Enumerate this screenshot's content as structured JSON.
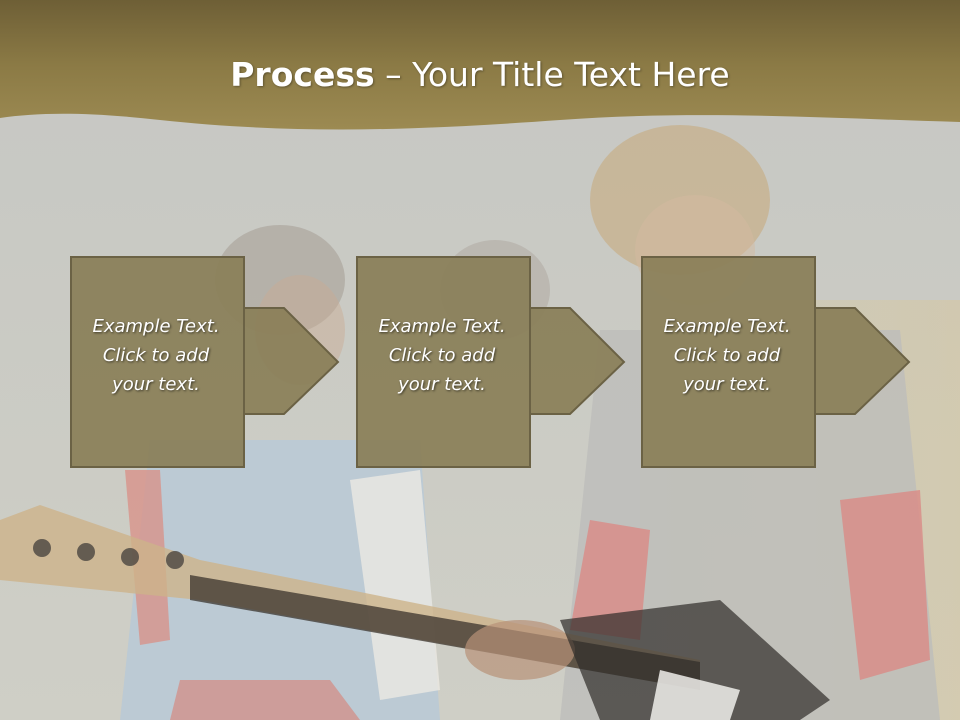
{
  "slide": {
    "title_bold": "Process",
    "title_rest": " – Your Title Text Here",
    "steps": [
      {
        "line1": "Example Text.",
        "line2": "Click  to add",
        "line3": "your text."
      },
      {
        "line1": "Example Text.",
        "line2": "Click  to add",
        "line3": "your text."
      },
      {
        "line1": "Example Text.",
        "line2": "Click  to add",
        "line3": "your text."
      }
    ]
  },
  "colors": {
    "band": "#8b7a45",
    "box_fill": "#8a7f58",
    "box_border": "#6b6245",
    "text": "#ffffff"
  }
}
